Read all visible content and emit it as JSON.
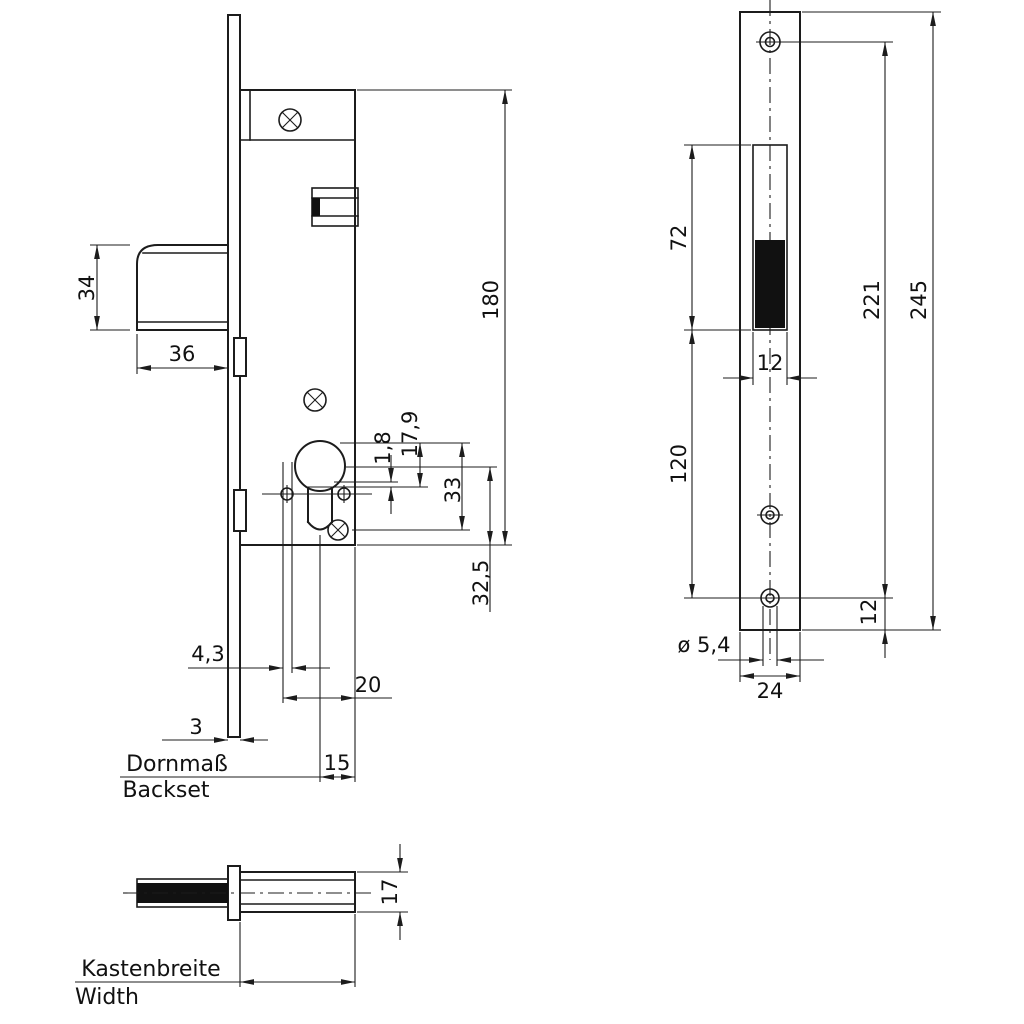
{
  "meta": {
    "background": "#ffffff",
    "line_color": "#1c1c1c",
    "fill_color": "#111111"
  },
  "side_view": {
    "dims": {
      "latch_height": "34",
      "latch_depth": "36",
      "case_height": "180",
      "gap": "1,8",
      "cyl_top_offset": "17,9",
      "cyl_cutout_height": "33",
      "cyl_bottom_offset": "32,5",
      "slot_width": "4,3",
      "slot_offset": "20",
      "faceplate_thickness": "3",
      "backset": "15"
    },
    "labels": {
      "backset_de": "Dornmaß",
      "backset_en": "Backset"
    }
  },
  "strike_view": {
    "dims": {
      "cutout_height": "72",
      "cutout_to_hole": "120",
      "hole_span": "221",
      "plate_height": "245",
      "cutout_width": "12",
      "edge_offset": "12",
      "hole_dia": "ø 5,4",
      "plate_width": "24"
    }
  },
  "top_view": {
    "dims": {
      "case_thickness": "17"
    },
    "labels": {
      "width_de": "Kastenbreite",
      "width_en": "Width"
    }
  }
}
